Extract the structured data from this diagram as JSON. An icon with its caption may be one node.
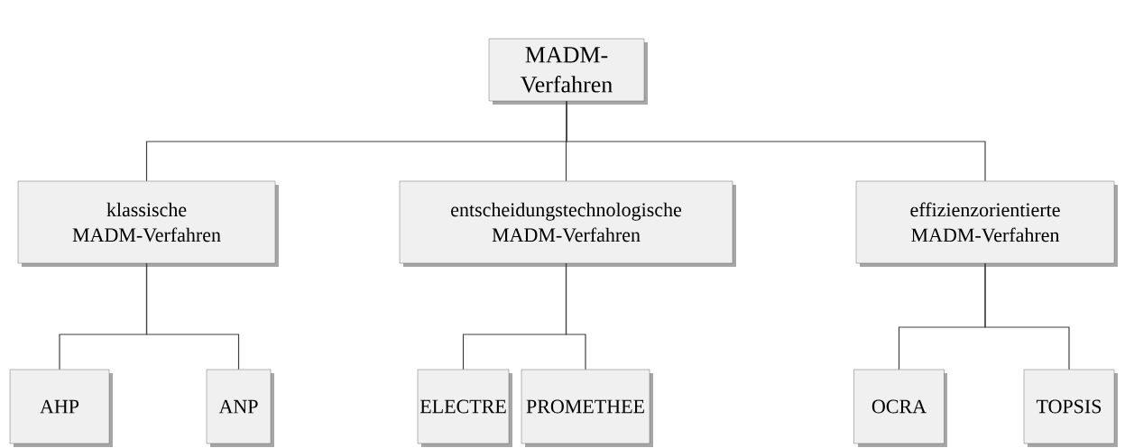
{
  "diagram": {
    "nodes": [
      {
        "text": [
          "MADM-Verfahren"
        ]
      },
      {
        "text": [
          "klassische MADM-Verfahren"
        ]
      },
      {
        "text": [
          "entscheidungstechnologische MADM-Verfahren"
        ]
      },
      {
        "text": [
          "effizienzorientierte MADM-Verfahren"
        ]
      },
      {
        "text": [
          "AHP"
        ]
      },
      {
        "text": [
          "ANP"
        ]
      },
      {
        "text": [
          "ELECTRE"
        ]
      },
      {
        "text": [
          "PROMETHEE"
        ]
      },
      {
        "text": [
          "OCRA"
        ]
      },
      {
        "text": [
          "TOPSIS"
        ]
      }
    ],
    "edges": [
      {
        "from": 0,
        "to": 1,
        "arrow": "none"
      },
      {
        "from": 0,
        "to": 2,
        "arrow": "none"
      },
      {
        "from": 0,
        "to": 3,
        "arrow": "none"
      },
      {
        "from": 1,
        "to": 4,
        "arrow": "none"
      },
      {
        "from": 1,
        "to": 5,
        "arrow": "none"
      },
      {
        "from": 2,
        "to": 6,
        "arrow": "none"
      },
      {
        "from": 2,
        "to": 7,
        "arrow": "none"
      },
      {
        "from": 3,
        "to": 8,
        "arrow": "none"
      },
      {
        "from": 3,
        "to": 9,
        "arrow": "none"
      }
    ]
  }
}
